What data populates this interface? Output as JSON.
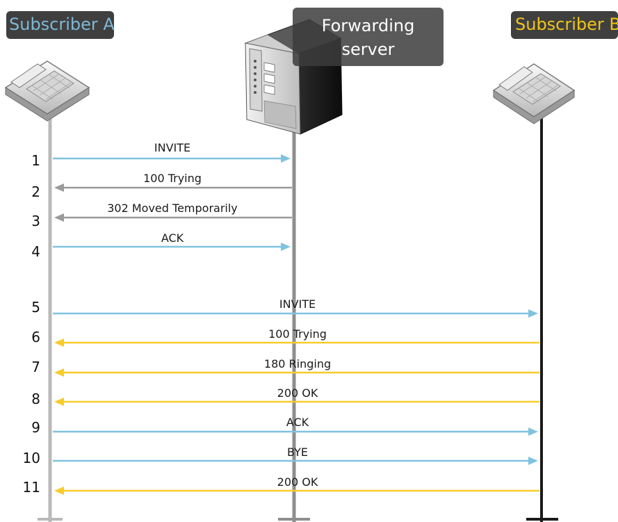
{
  "participants": {
    "subscriber_a": {
      "label": "Subscriber A",
      "color": "#7fb8d6"
    },
    "server": {
      "label": "Forwarding server",
      "color": "#ffffff"
    },
    "subscriber_b": {
      "label": "Subscriber B",
      "color": "#f0c419"
    }
  },
  "colors": {
    "a_to_server": "#7fc3df",
    "server_to_a": "#9a9a9a",
    "b_to_a": "#f7cc2b",
    "a_to_b": "#7fc3df"
  },
  "messages": [
    {
      "step": "1",
      "label": "INVITE",
      "from": "A",
      "to": "S",
      "color": "#7fc3df"
    },
    {
      "step": "2",
      "label": "100 Trying",
      "from": "S",
      "to": "A",
      "color": "#9a9a9a"
    },
    {
      "step": "3",
      "label": "302 Moved Temporarily",
      "from": "S",
      "to": "A",
      "color": "#9a9a9a"
    },
    {
      "step": "4",
      "label": "ACK",
      "from": "A",
      "to": "S",
      "color": "#7fc3df"
    },
    {
      "step": "5",
      "label": "INVITE",
      "from": "A",
      "to": "B",
      "color": "#7fc3df"
    },
    {
      "step": "6",
      "label": "100 Trying",
      "from": "B",
      "to": "A",
      "color": "#f7cc2b"
    },
    {
      "step": "7",
      "label": "180 Ringing",
      "from": "B",
      "to": "A",
      "color": "#f7cc2b"
    },
    {
      "step": "8",
      "label": "200 OK",
      "from": "B",
      "to": "A",
      "color": "#f7cc2b"
    },
    {
      "step": "9",
      "label": "ACK",
      "from": "A",
      "to": "B",
      "color": "#7fc3df"
    },
    {
      "step": "10",
      "label": "BYE",
      "from": "A",
      "to": "B",
      "color": "#7fc3df"
    },
    {
      "step": "11",
      "label": "200 OK",
      "from": "B",
      "to": "A",
      "color": "#f7cc2b"
    }
  ]
}
